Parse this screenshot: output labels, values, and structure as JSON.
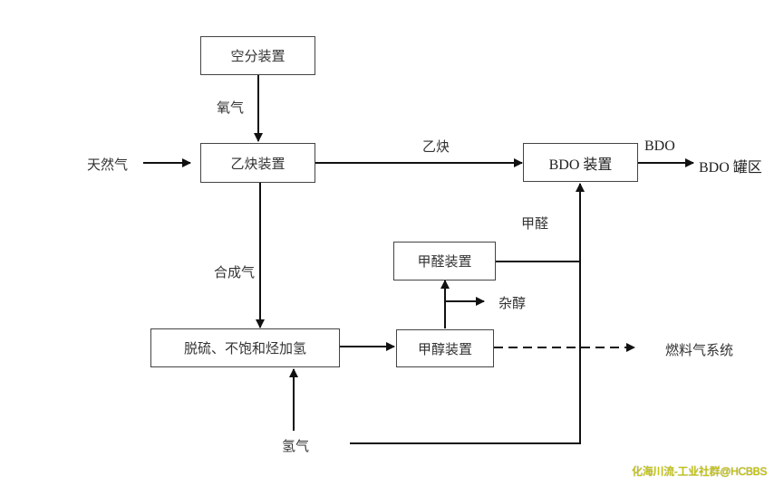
{
  "diagram": {
    "nodes": {
      "air_separation": "空分装置",
      "acetylene_unit": "乙炔装置",
      "bdo_unit": "BDO 装置",
      "formaldehyde_unit": "甲醛装置",
      "desulfurization_unit": "脱硫、不饱和烃加氢",
      "methanol_unit": "甲醇装置"
    },
    "flows": {
      "oxygen": "氧气",
      "natural_gas": "天然气",
      "acetylene": "乙炔",
      "bdo": "BDO",
      "bdo_tank_area": "BDO 罐区",
      "formaldehyde": "甲醛",
      "syngas": "合成气",
      "mixed_alcohols": "杂醇",
      "fuel_gas_system": "燃料气系统",
      "hydrogen": "氢气"
    },
    "edges": [
      {
        "from": "air_separation",
        "to": "acetylene_unit",
        "label": "oxygen",
        "style": "solid"
      },
      {
        "from": "natural_gas",
        "to": "acetylene_unit",
        "style": "solid"
      },
      {
        "from": "acetylene_unit",
        "to": "bdo_unit",
        "label": "acetylene",
        "style": "solid"
      },
      {
        "from": "bdo_unit",
        "to": "bdo_tank_area",
        "label": "bdo",
        "style": "solid"
      },
      {
        "from": "acetylene_unit",
        "to": "desulfurization_unit",
        "label": "syngas",
        "style": "solid"
      },
      {
        "from": "desulfurization_unit",
        "to": "methanol_unit",
        "style": "solid"
      },
      {
        "from": "methanol_unit",
        "to": "formaldehyde_unit",
        "style": "solid"
      },
      {
        "from": "methanol_unit",
        "to": "mixed_alcohols",
        "style": "solid"
      },
      {
        "from": "methanol_unit",
        "to": "fuel_gas_system",
        "style": "dashed"
      },
      {
        "from": "formaldehyde_unit",
        "to": "bdo_unit",
        "label": "formaldehyde",
        "style": "solid"
      },
      {
        "from": "hydrogen",
        "to": "desulfurization_unit",
        "style": "solid"
      },
      {
        "from": "hydrogen",
        "to": "bdo_unit",
        "style": "solid"
      }
    ],
    "colors": {
      "line": "#111111",
      "box_border": "#444444",
      "text": "#333333",
      "watermark": "#c8c800"
    }
  },
  "watermark": "化海川流-工业社群@HCBBS"
}
